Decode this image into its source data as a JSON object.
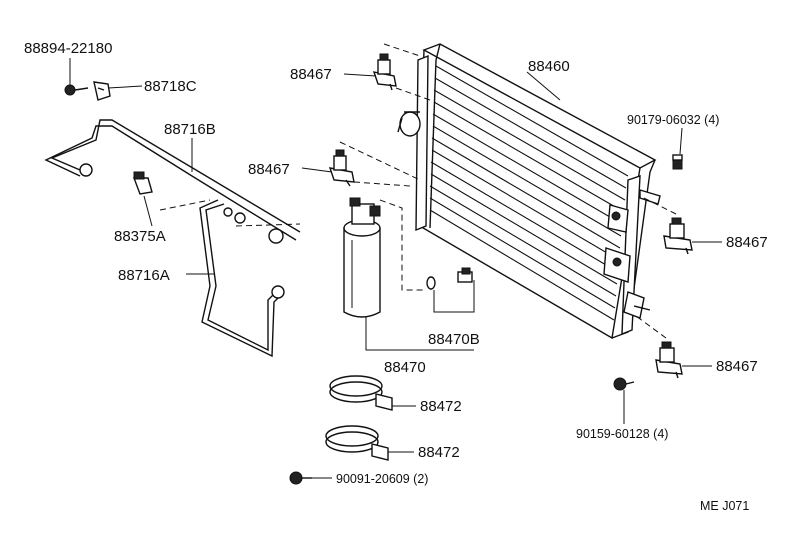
{
  "labels": {
    "bolt_88894": "88894-22180",
    "fitting_88718c": "88718C",
    "tube_88716b": "88716B",
    "switch_88375a": "88375A",
    "tube_88716a": "88716A",
    "bracket_88467_top": "88467",
    "bracket_88467_mid": "88467",
    "bracket_88467_right": "88467",
    "bracket_88467_low": "88467",
    "condenser_88460": "88460",
    "nut_90179": "90179-06032 (4)",
    "plug_88470b": "88470B",
    "receiver_88470": "88470",
    "clamp_88472_top": "88472",
    "clamp_88472_bottom": "88472",
    "bolt_90091": "90091-20609 (2)",
    "bolt_90159": "90159-60128 (4)",
    "figure_code": "ME J071"
  }
}
